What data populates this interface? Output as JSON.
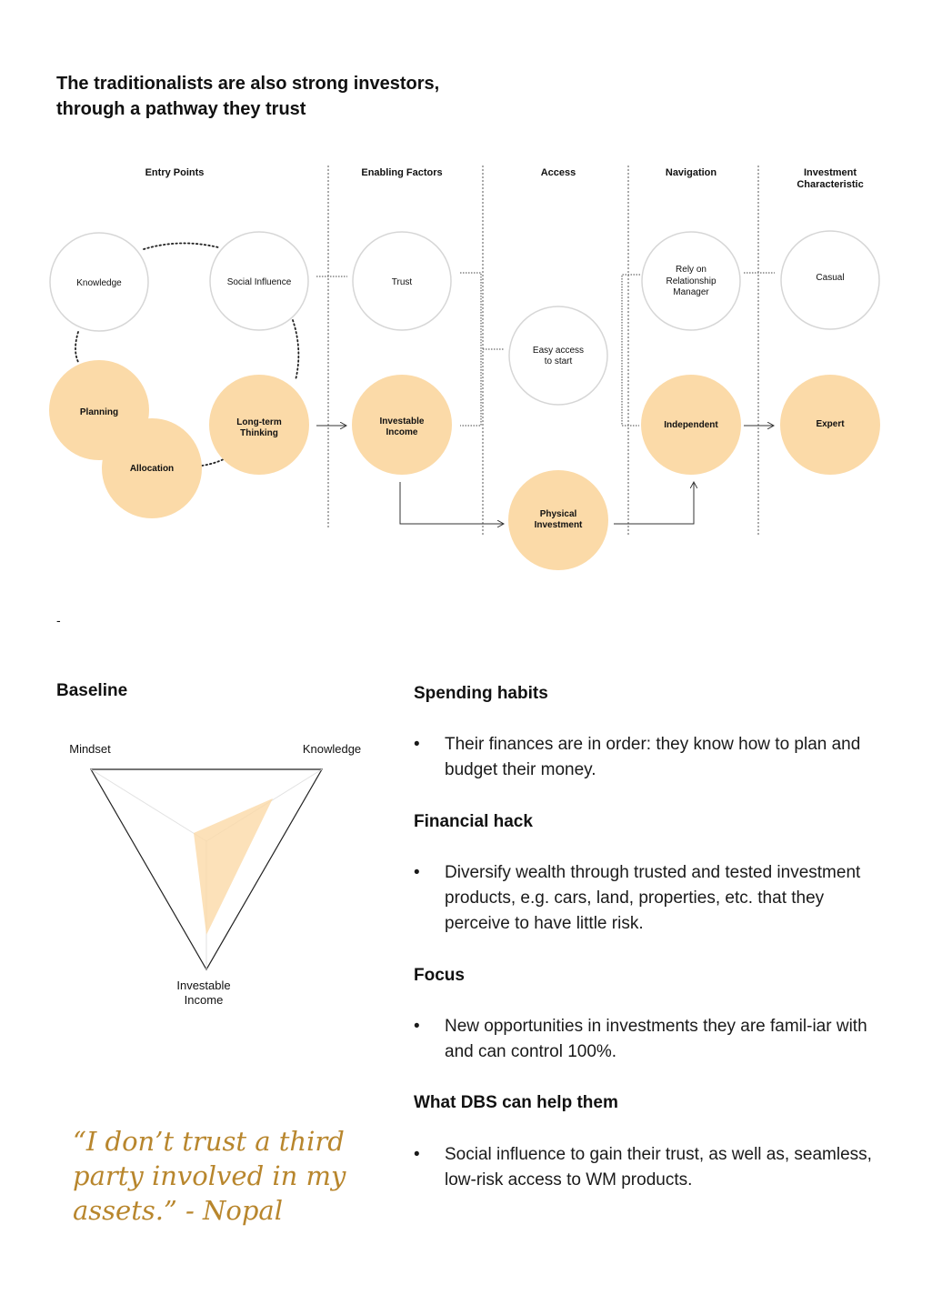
{
  "title": {
    "line1": "The traditionalists are also strong investors,",
    "line2": "through a pathway they trust"
  },
  "flow": {
    "columns": [
      "Entry Points",
      "Enabling Factors",
      "Access",
      "Navigation",
      "Investment",
      "Characteristic"
    ],
    "nodes": {
      "knowledge": "Knowledge",
      "social_influence": "Social Influence",
      "trust": "Trust",
      "easy_access_1": "Easy access",
      "easy_access_2": "to start",
      "rely_1": "Rely on",
      "rely_2": "Relationship",
      "rely_3": "Manager",
      "casual": "Casual",
      "planning": "Planning",
      "allocation": "Allocation",
      "long_term_1": "Long-term",
      "long_term_2": "Thinking",
      "investable_1": "Investable",
      "investable_2": "Income",
      "physical_1": "Physical",
      "physical_2": "Investment",
      "independent": "Independent",
      "expert": "Expert"
    },
    "colors": {
      "highlight": "#fbdaa8",
      "outline": "#d8d8d8",
      "line": "#333333"
    }
  },
  "dash_mark": "-",
  "baseline": {
    "heading": "Baseline",
    "axes": {
      "mindset": "Mindset",
      "knowledge": "Knowledge",
      "income_1": "Investable",
      "income_2": "Income"
    }
  },
  "sections": [
    {
      "heading": "Spending habits",
      "bullet": "Their finances are in order: they know how to plan and budget their money."
    },
    {
      "heading": "Financial hack",
      "bullet": "Diversify wealth through trusted and tested investment products, e.g. cars, land, properties, etc. that they perceive to have little risk."
    },
    {
      "heading": "Focus",
      "bullet": "New opportunities in investments they are famil-iar with and can control 100%."
    },
    {
      "heading": "What DBS can help them",
      "bullet": "Social influence to gain their trust, as well as, seamless, low-risk access to WM products."
    }
  ],
  "bullet_symbol": "•",
  "quote": {
    "line1": "“I don’t trust a third",
    "line2": "party involved in my",
    "line3": "assets.” - Nopal"
  },
  "quote_color": "#b8862d"
}
